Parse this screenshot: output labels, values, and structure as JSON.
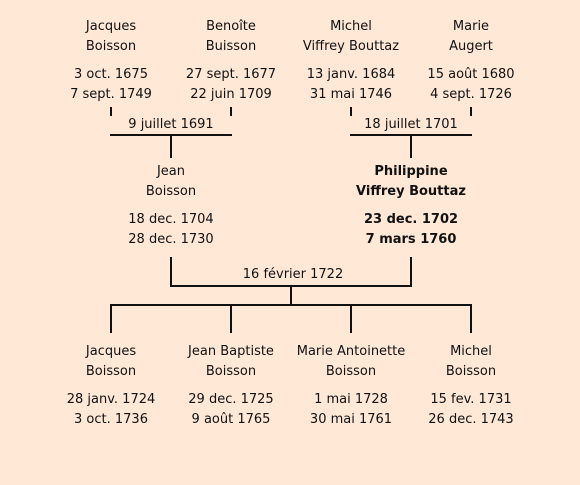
{
  "grandparents": {
    "paternal_grandfather": {
      "given": "Jacques",
      "surname": "Boisson",
      "birth": "3 oct. 1675",
      "death": "7 sept. 1749"
    },
    "paternal_grandmother": {
      "given": "Benoîte",
      "surname": "Buisson",
      "birth": "27 sept. 1677",
      "death": "22 juin 1709"
    },
    "maternal_grandfather": {
      "given": "Michel",
      "surname": "Viffrey Bouttaz",
      "birth": "13 janv. 1684",
      "death": "31 mai 1746"
    },
    "maternal_grandmother": {
      "given": "Marie",
      "surname": "Augert",
      "birth": "15 août 1680",
      "death": "4 sept. 1726"
    }
  },
  "marriages": {
    "paternal": "9 juillet 1691",
    "maternal": "18 juillet 1701",
    "parents": "16 février 1722"
  },
  "parents": {
    "father": {
      "given": "Jean",
      "surname": "Boisson",
      "birth": "18 dec. 1704",
      "death": "28 dec. 1730"
    },
    "mother": {
      "given": "Philippine",
      "surname": "Viffrey Bouttaz",
      "birth": "23 dec. 1702",
      "death": "7 mars 1760"
    }
  },
  "children": [
    {
      "given": "Jacques",
      "surname": "Boisson",
      "birth": "28 janv. 1724",
      "death": "3 oct. 1736"
    },
    {
      "given": "Jean Baptiste",
      "surname": "Boisson",
      "birth": "29 dec. 1725",
      "death": "9 août 1765"
    },
    {
      "given": "Marie Antoinette",
      "surname": "Boisson",
      "birth": "1 mai 1728",
      "death": "30 mai 1761"
    },
    {
      "given": "Michel",
      "surname": "Boisson",
      "birth": "15 fev. 1731",
      "death": "26 dec. 1743"
    }
  ]
}
